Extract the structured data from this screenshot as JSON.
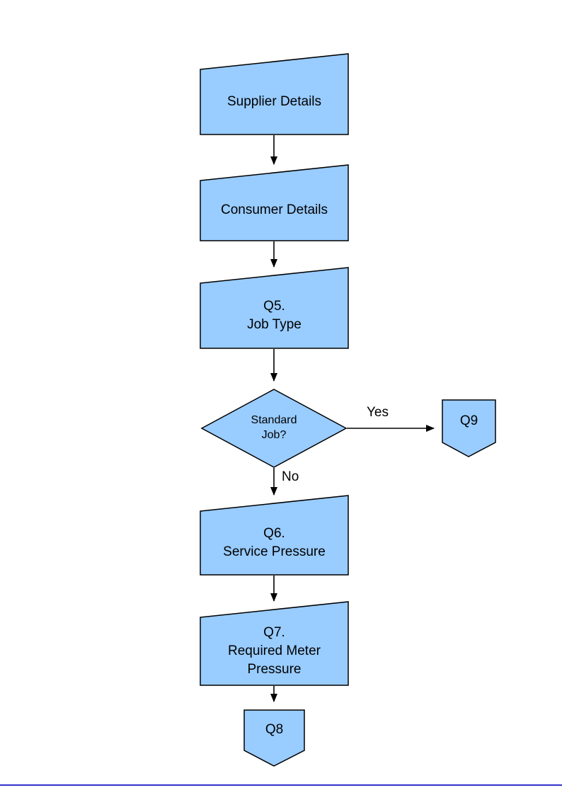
{
  "page": {
    "background": "#FFFFFF",
    "footer_line_color": "#3333CC"
  },
  "diagram": {
    "shape_fill": "#99CCFF",
    "shape_stroke": "#000000",
    "nodes": [
      {
        "id": "supplier-details",
        "type": "manual-input",
        "label": "Supplier Details"
      },
      {
        "id": "consumer-details",
        "type": "manual-input",
        "label": "Consumer Details"
      },
      {
        "id": "q5-job-type",
        "type": "manual-input",
        "label": "Q5.\nJob Type"
      },
      {
        "id": "standard-job",
        "type": "decision",
        "label": "Standard\nJob?"
      },
      {
        "id": "q9",
        "type": "off-page-connector",
        "label": "Q9"
      },
      {
        "id": "q6-service-pressure",
        "type": "manual-input",
        "label": "Q6.\nService Pressure"
      },
      {
        "id": "q7-required-meter-pressure",
        "type": "manual-input",
        "label": "Q7.\nRequired Meter\nPressure"
      },
      {
        "id": "q8",
        "type": "off-page-connector",
        "label": "Q8"
      }
    ],
    "edges": [
      {
        "from": "supplier-details",
        "to": "consumer-details",
        "label": ""
      },
      {
        "from": "consumer-details",
        "to": "q5-job-type",
        "label": ""
      },
      {
        "from": "q5-job-type",
        "to": "standard-job",
        "label": ""
      },
      {
        "from": "standard-job",
        "to": "q9",
        "label": "Yes"
      },
      {
        "from": "standard-job",
        "to": "q6-service-pressure",
        "label": "No"
      },
      {
        "from": "q6-service-pressure",
        "to": "q7-required-meter-pressure",
        "label": ""
      },
      {
        "from": "q7-required-meter-pressure",
        "to": "q8",
        "label": ""
      }
    ]
  }
}
